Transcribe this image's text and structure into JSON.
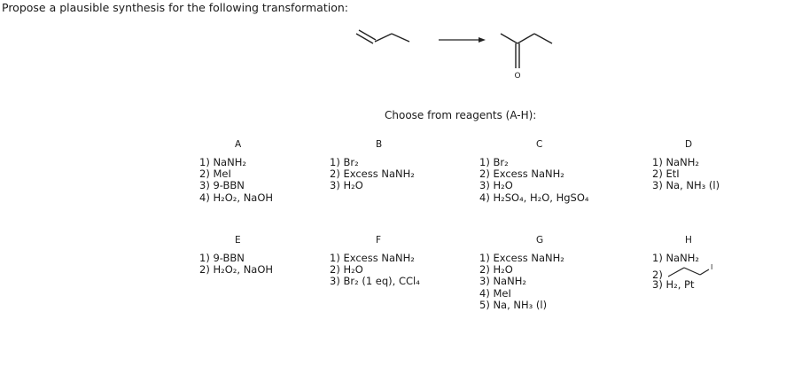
{
  "question": "Propose a plausible synthesis for the following transformation:",
  "scheme": {
    "reactant": "1-butene",
    "product": "2-butanone",
    "product_o_label": "O"
  },
  "choose_text": "Choose from reagents (A-H):",
  "options": [
    {
      "letter": "A",
      "steps": [
        "1) NaNH₂",
        "2) MeI",
        "3) 9-BBN",
        "4) H₂O₂, NaOH"
      ]
    },
    {
      "letter": "B",
      "steps": [
        "1) Br₂",
        "2) Excess NaNH₂",
        "3) H₂O"
      ]
    },
    {
      "letter": "C",
      "steps": [
        "1) Br₂",
        "2) Excess NaNH₂",
        "3) H₂O",
        "4) H₂SO₄, H₂O, HgSO₄"
      ]
    },
    {
      "letter": "D",
      "steps": [
        "1) NaNH₂",
        "2) EtI",
        "3) Na, NH₃ (l)"
      ]
    },
    {
      "letter": "E",
      "steps": [
        "1) 9-BBN",
        "2) H₂O₂, NaOH"
      ]
    },
    {
      "letter": "F",
      "steps": [
        "1) Excess NaNH₂",
        "2) H₂O",
        "3) Br₂ (1 eq), CCl₄"
      ]
    },
    {
      "letter": "G",
      "steps": [
        "1) Excess NaNH₂",
        "2) H₂O",
        "3) NaNH₂",
        "4) MeI",
        "5) Na, NH₃ (l)"
      ]
    },
    {
      "letter": "H",
      "steps": [
        "1) NaNH₂",
        "2)",
        "3) H₂, Pt"
      ],
      "step2_structure_label": "I"
    }
  ]
}
